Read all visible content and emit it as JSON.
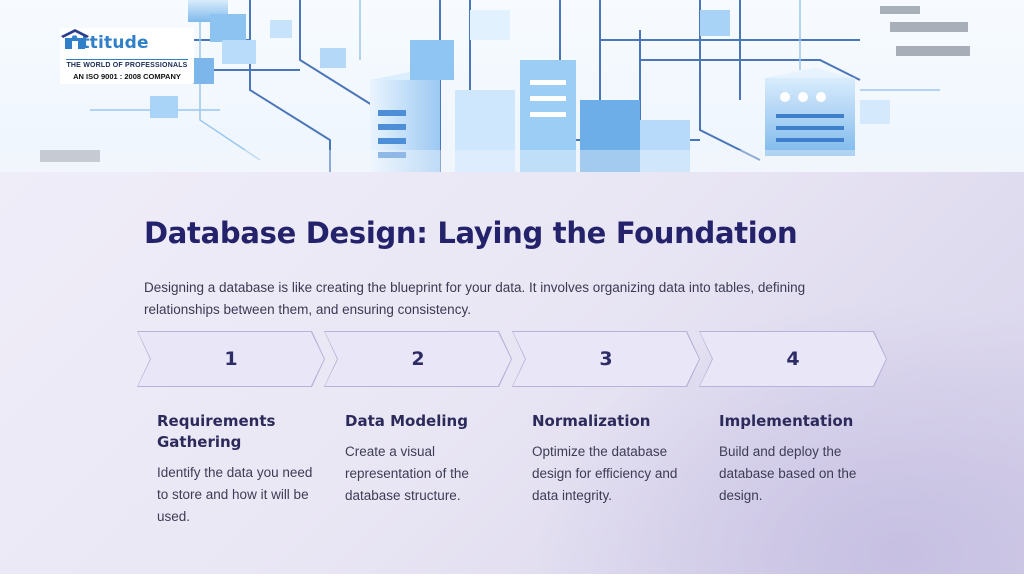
{
  "logo": {
    "name": "Attitude",
    "tagline": "THE WORLD OF PROFESSIONALS",
    "iso": "AN ISO 9001 : 2008 COMPANY",
    "mark_icon": "house-logo-icon"
  },
  "hero": {
    "illustration": "isometric-server-network-illustration"
  },
  "slide": {
    "title": "Database Design: Laying the Foundation",
    "intro": "Designing a database is like creating the blueprint for your data. It involves organizing data into tables, defining relationships between them, and ensuring consistency."
  },
  "steps": [
    {
      "number": "1",
      "title": "Requirements Gathering",
      "text": "Identify the data you need to store and how it will be used."
    },
    {
      "number": "2",
      "title": "Data Modeling",
      "text": "Create a visual representation of the database structure."
    },
    {
      "number": "3",
      "title": "Normalization",
      "text": "Optimize the database design for efficiency and data integrity."
    },
    {
      "number": "4",
      "title": "Implementation",
      "text": "Build and deploy the database based on the design."
    }
  ],
  "colors": {
    "title": "#24226a",
    "accent": "#2f7fc9",
    "chevron_fill": "#e9e6f7",
    "chevron_border": "#b7b2d8"
  }
}
